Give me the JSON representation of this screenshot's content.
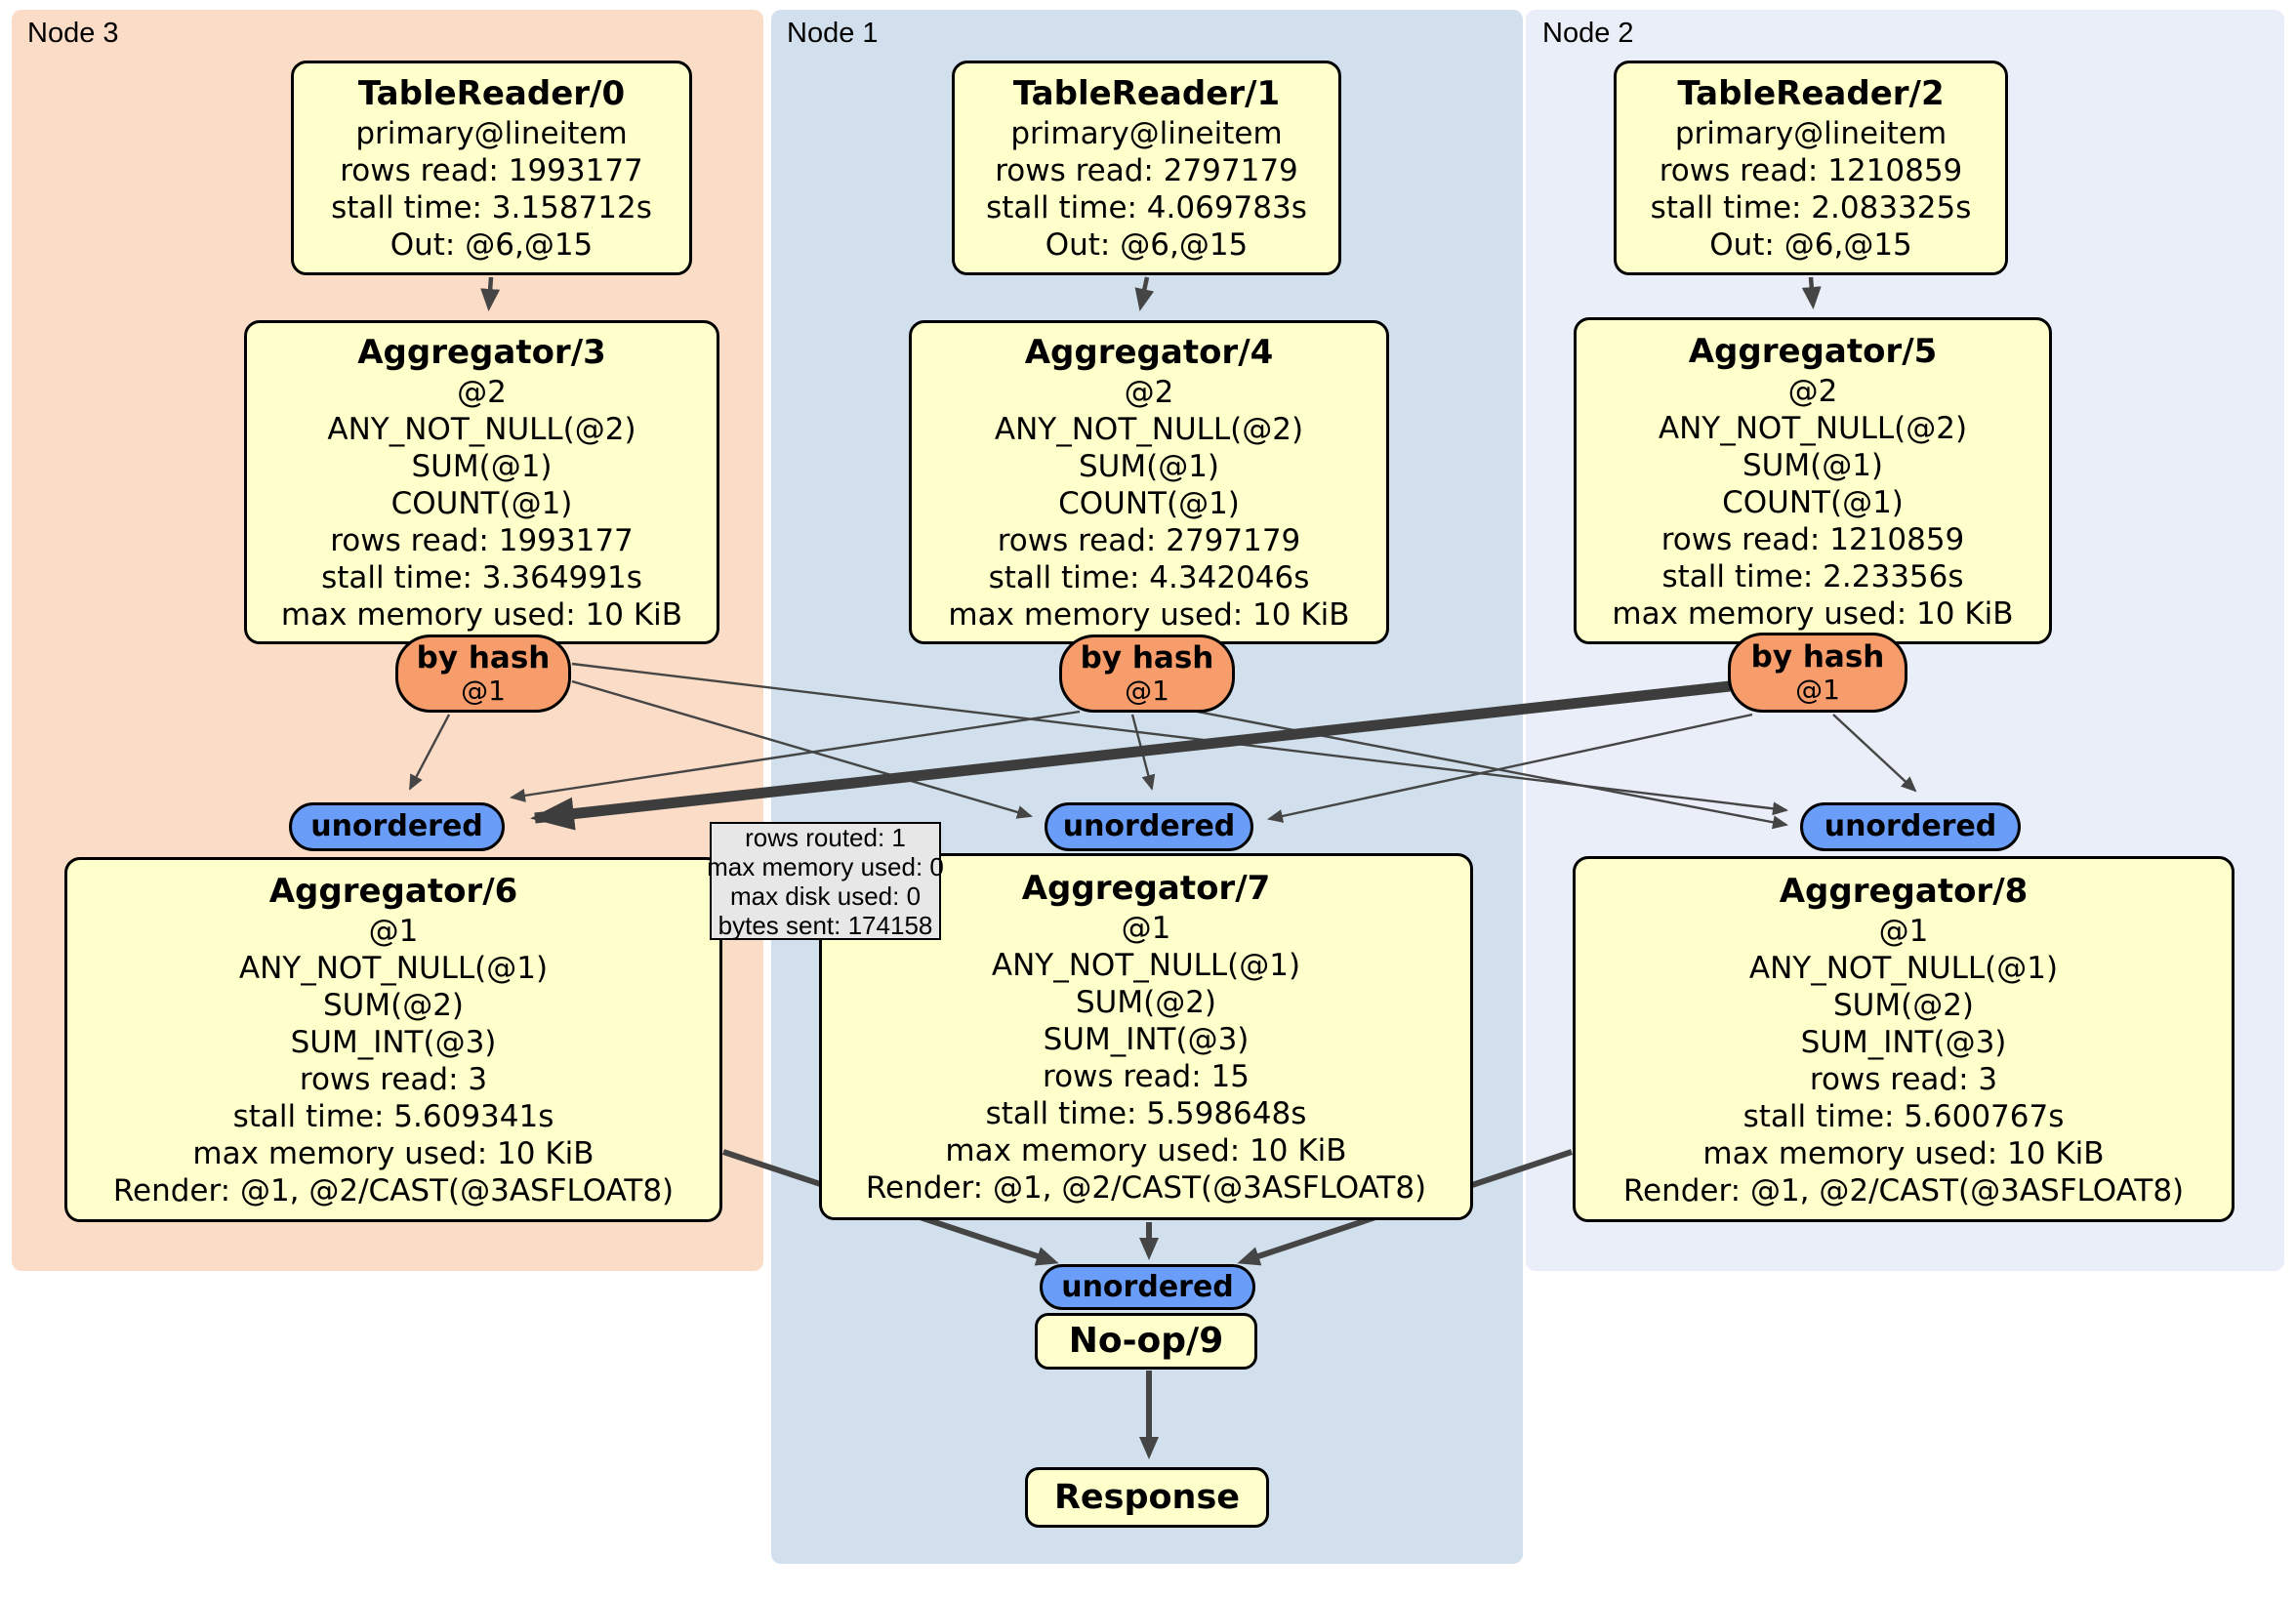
{
  "panels": {
    "node3": {
      "label": "Node 3"
    },
    "node1": {
      "label": "Node 1"
    },
    "node2": {
      "label": "Node 2"
    }
  },
  "routers": {
    "by_hash": {
      "label": "by hash",
      "sub": "@1"
    },
    "unordered": {
      "label": "unordered"
    }
  },
  "processors": {
    "tr0": {
      "title": "TableReader/0",
      "lines": [
        "primary@lineitem",
        "rows read: 1993177",
        "stall time: 3.158712s",
        "Out: @6,@15"
      ]
    },
    "tr1": {
      "title": "TableReader/1",
      "lines": [
        "primary@lineitem",
        "rows read: 2797179",
        "stall time: 4.069783s",
        "Out: @6,@15"
      ]
    },
    "tr2": {
      "title": "TableReader/2",
      "lines": [
        "primary@lineitem",
        "rows read: 1210859",
        "stall time: 2.083325s",
        "Out: @6,@15"
      ]
    },
    "agg3": {
      "title": "Aggregator/3",
      "lines": [
        "@2",
        "ANY_NOT_NULL(@2)",
        "SUM(@1)",
        "COUNT(@1)",
        "rows read: 1993177",
        "stall time: 3.364991s",
        "max memory used: 10 KiB"
      ]
    },
    "agg4": {
      "title": "Aggregator/4",
      "lines": [
        "@2",
        "ANY_NOT_NULL(@2)",
        "SUM(@1)",
        "COUNT(@1)",
        "rows read: 2797179",
        "stall time: 4.342046s",
        "max memory used: 10 KiB"
      ]
    },
    "agg5": {
      "title": "Aggregator/5",
      "lines": [
        "@2",
        "ANY_NOT_NULL(@2)",
        "SUM(@1)",
        "COUNT(@1)",
        "rows read: 1210859",
        "stall time: 2.23356s",
        "max memory used: 10 KiB"
      ]
    },
    "agg6": {
      "title": "Aggregator/6",
      "lines": [
        "@1",
        "ANY_NOT_NULL(@1)",
        "SUM(@2)",
        "SUM_INT(@3)",
        "rows read: 3",
        "stall time: 5.609341s",
        "max memory used: 10 KiB",
        "Render: @1, @2/CAST(@3ASFLOAT8)"
      ]
    },
    "agg7": {
      "title": "Aggregator/7",
      "lines": [
        "@1",
        "ANY_NOT_NULL(@1)",
        "SUM(@2)",
        "SUM_INT(@3)",
        "rows read: 15",
        "stall time: 5.598648s",
        "max memory used: 10 KiB",
        "Render: @1, @2/CAST(@3ASFLOAT8)"
      ]
    },
    "agg8": {
      "title": "Aggregator/8",
      "lines": [
        "@1",
        "ANY_NOT_NULL(@1)",
        "SUM(@2)",
        "SUM_INT(@3)",
        "rows read: 3",
        "stall time: 5.600767s",
        "max memory used: 10 KiB",
        "Render: @1, @2/CAST(@3ASFLOAT8)"
      ]
    },
    "noop": {
      "title": "No-op/9"
    },
    "response": {
      "title": "Response"
    }
  },
  "edge_tooltip": {
    "lines": [
      "rows routed: 1",
      "max memory used: 0",
      "max disk used: 0",
      "bytes sent: 174158"
    ]
  },
  "colors": {
    "node3_bg": "#fbdcc6",
    "node1_bg": "#d1e0ec",
    "node2_bg": "#e9eef8",
    "box_bg": "#ffffcb",
    "by_hash_bg": "#f79d6b",
    "unordered_bg": "#699df7",
    "tooltip_bg": "#e7e7e7",
    "edge": "#454545"
  }
}
